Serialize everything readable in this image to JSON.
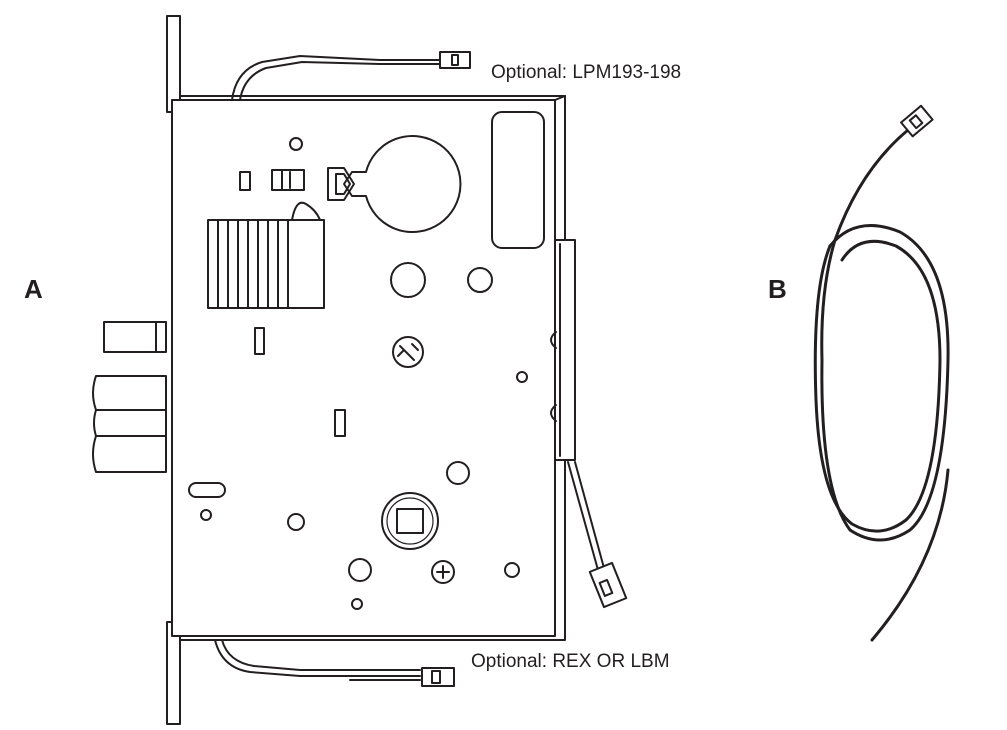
{
  "labels": {
    "part_a": "A",
    "part_b": "B"
  },
  "callouts": {
    "top_connector": "Optional: LPM193-198",
    "bottom_connector": "Optional: REX OR LBM"
  },
  "icons": {
    "lock_body": "mortise-lock-body-icon",
    "cable": "coiled-cable-icon"
  },
  "colors": {
    "line": "#231f20",
    "background": "#ffffff"
  }
}
